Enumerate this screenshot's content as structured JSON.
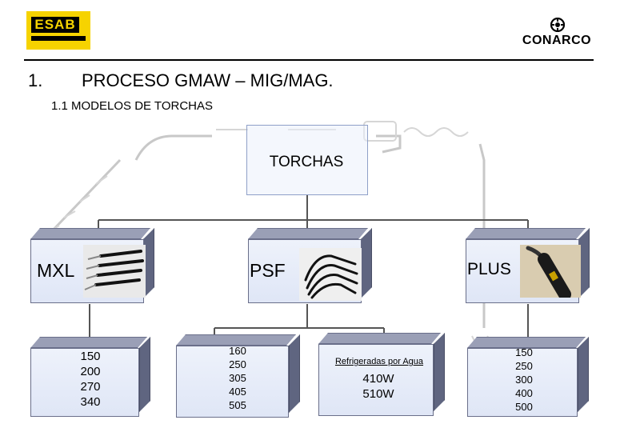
{
  "header": {
    "esab_logo": "ESAB",
    "conarco_logo": "CONARCO",
    "number": "1.",
    "title": "PROCESO GMAW – MIG/MAG.",
    "subtitle": "1.1 MODELOS DE TORCHAS"
  },
  "root": {
    "label": "TORCHAS"
  },
  "branches": [
    {
      "label": "MXL",
      "models": [
        "150",
        "200",
        "270",
        "340"
      ],
      "image_icon": "torch-bundle-icon"
    },
    {
      "label": "PSF",
      "models": [
        "160",
        "250",
        "305",
        "405",
        "505"
      ],
      "image_icon": "torch-bundle-icon"
    },
    {
      "label": "PLUS",
      "models": [
        "150",
        "250",
        "300",
        "400",
        "500"
      ],
      "image_icon": "torch-photo-icon"
    }
  ],
  "water_cooled": {
    "label": "Refrigeradas por Agua",
    "models": [
      "410W",
      "510W"
    ]
  },
  "colors": {
    "esab_yellow": "#f6d300",
    "box_face": "#dfe6f6",
    "box_side": "#5f6580",
    "line": "#555555"
  }
}
